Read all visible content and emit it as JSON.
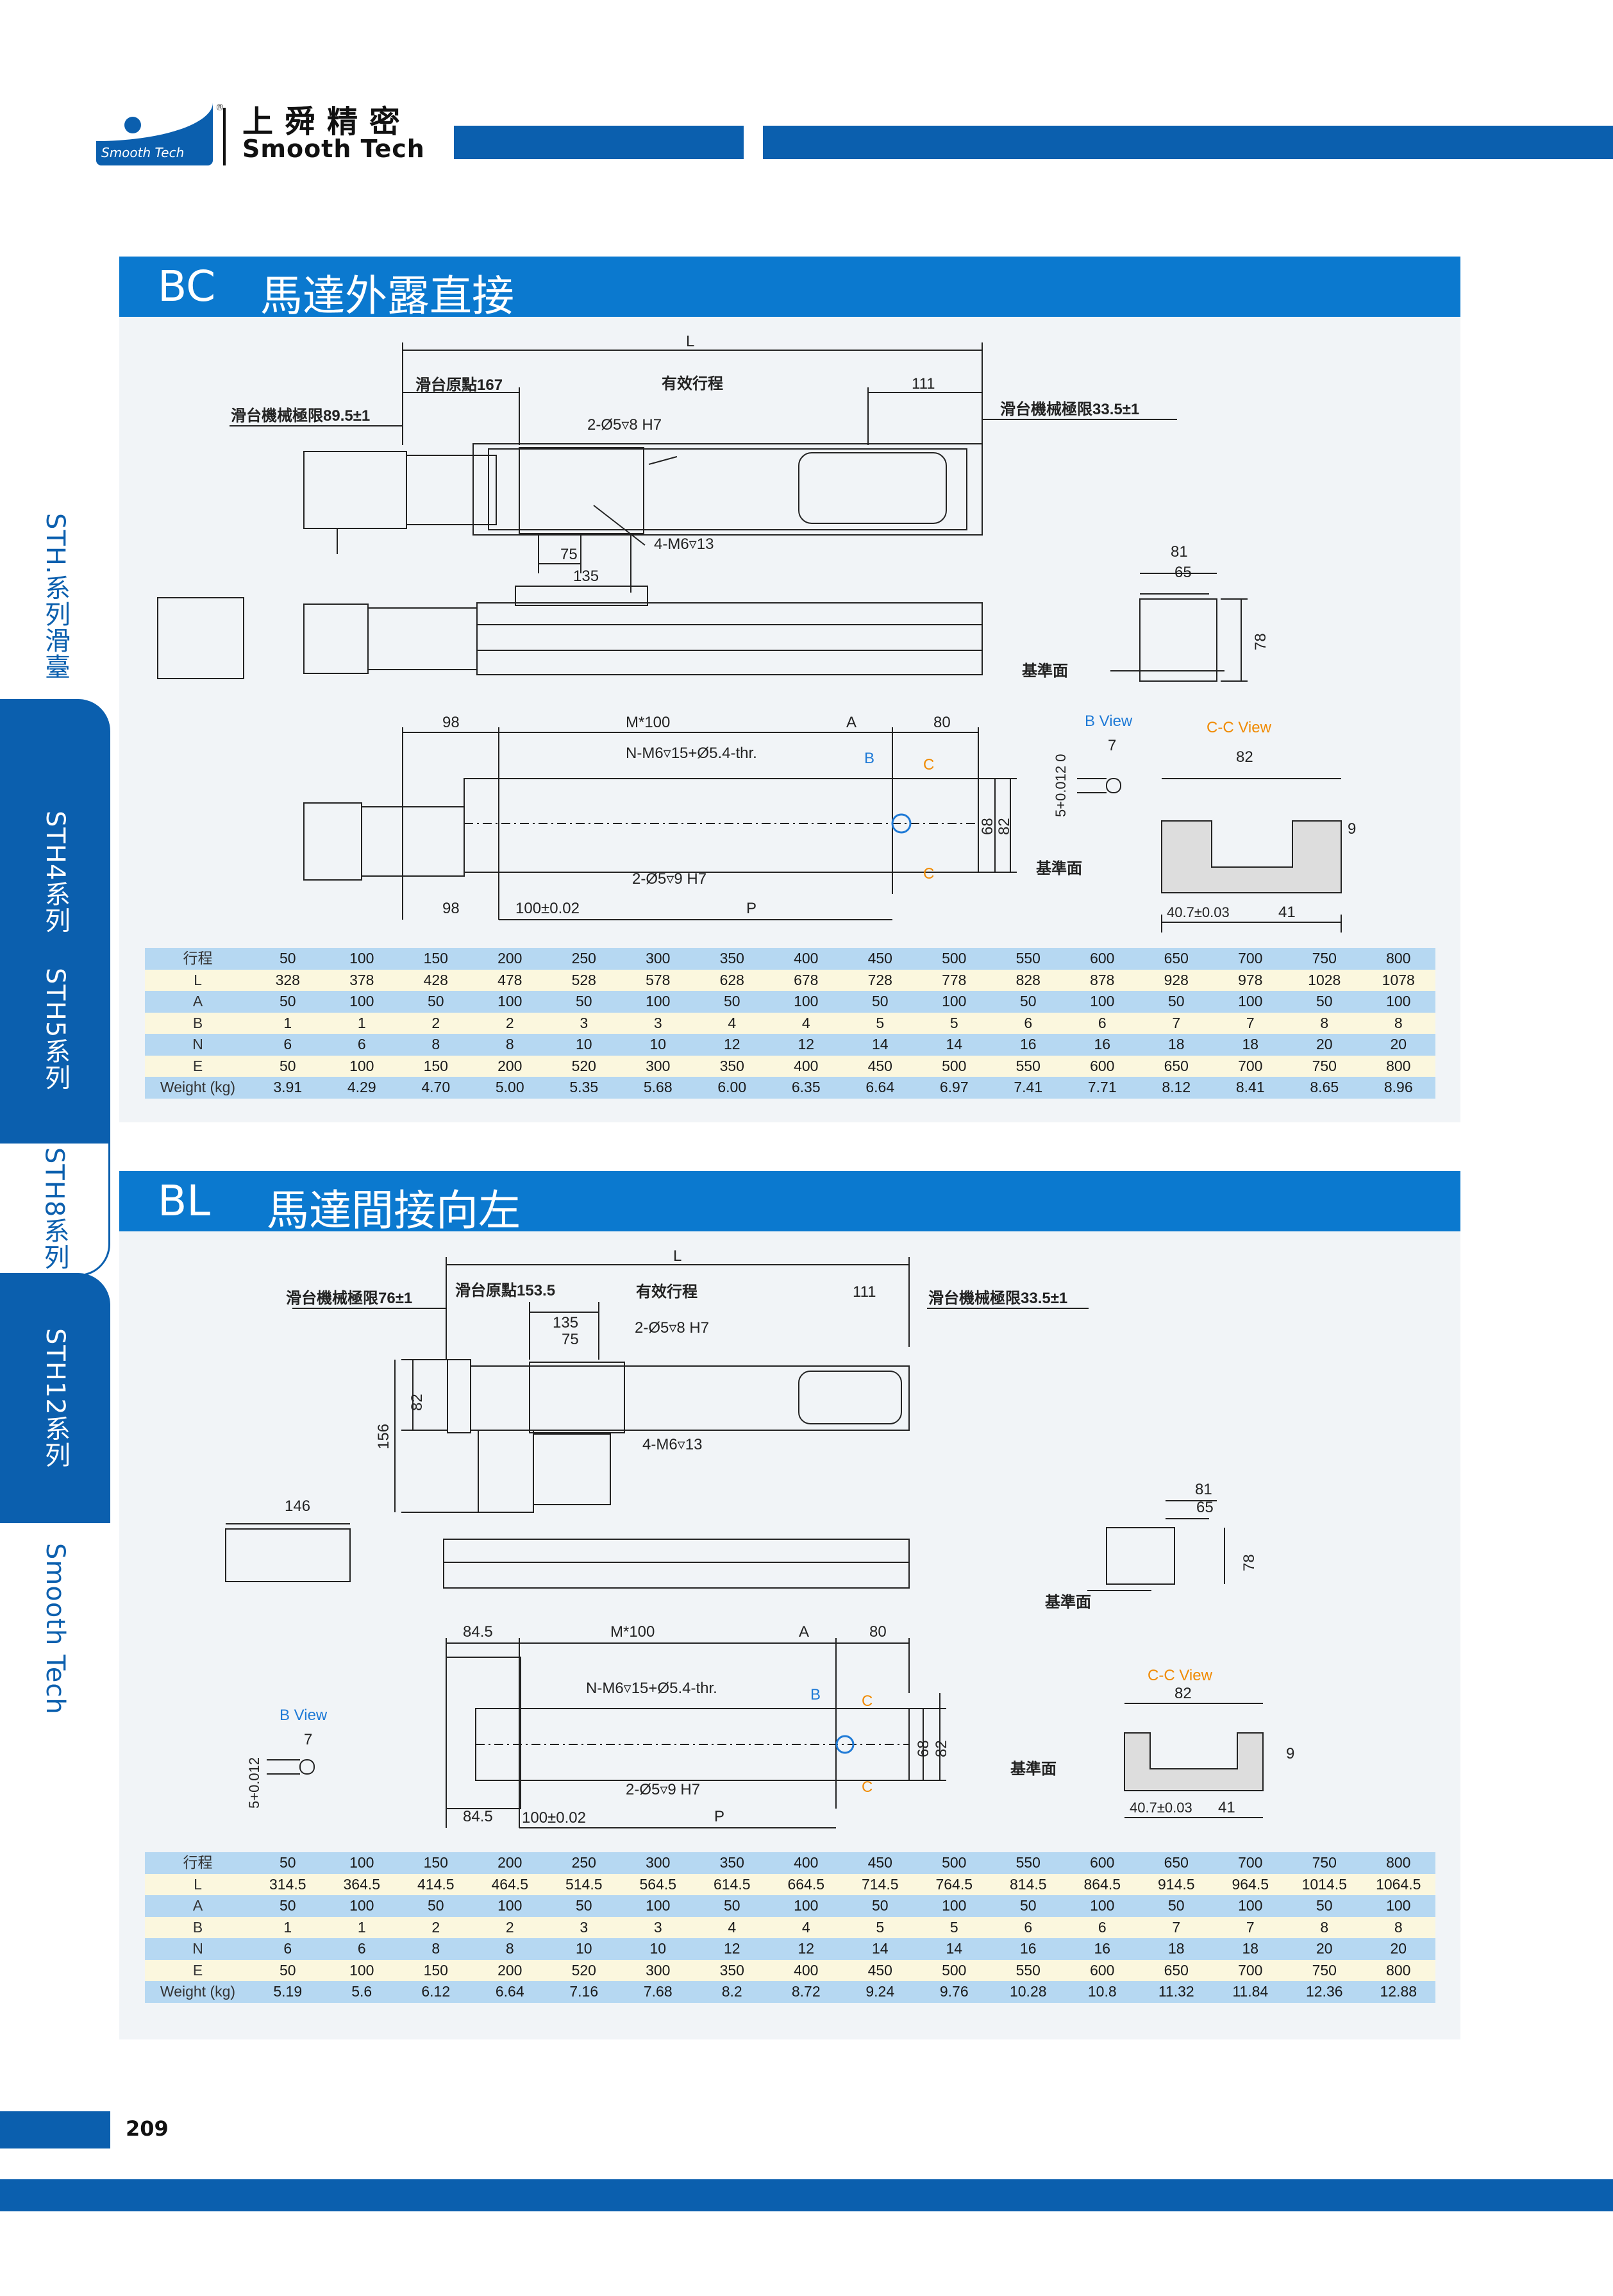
{
  "header": {
    "logo_text": "Smooth Tech",
    "logo_cn": "上舜精密",
    "logo_en": "Smooth Tech"
  },
  "side_tabs": [
    "STH.系列滑臺",
    "STH4系列",
    "STH5系列",
    "STH8系列",
    "STH12系列",
    "Smooth Tech"
  ],
  "section_bc": {
    "code": "BC",
    "title": "馬達外露直接",
    "labels": {
      "L": "L",
      "origin": "滑台原點167",
      "stroke": "有效行程",
      "d111": "111",
      "limit_left": "滑台機械極限89.5±1",
      "limit_right": "滑台機械極限33.5±1",
      "pin_hole": "2-Ø5▿8 H7",
      "d75": "75",
      "d135": "135",
      "tap": "4-M6▿13",
      "d81": "81",
      "d65": "65",
      "d78": "78",
      "ref_face": "基準面",
      "d98": "98",
      "m100": "M*100",
      "A": "A",
      "d80": "80",
      "nm6": "N-M6▿15+Ø5.4-thr.",
      "B": "B",
      "C": "C",
      "d68": "68",
      "d82": "82",
      "pin_hole2": "2-Ø5▿9 H7",
      "tol": "100±0.02",
      "P": "P",
      "b_view": "B View",
      "d7": "7",
      "tol5": "5+0.012\n  0",
      "cc_view": "C-C View",
      "d9": "9",
      "d407": "40.7±0.03",
      "d41": "41"
    }
  },
  "table_bc": {
    "rows": [
      {
        "label": "行程",
        "values": [
          "50",
          "100",
          "150",
          "200",
          "250",
          "300",
          "350",
          "400",
          "450",
          "500",
          "550",
          "600",
          "650",
          "700",
          "750",
          "800"
        ]
      },
      {
        "label": "L",
        "values": [
          "328",
          "378",
          "428",
          "478",
          "528",
          "578",
          "628",
          "678",
          "728",
          "778",
          "828",
          "878",
          "928",
          "978",
          "1028",
          "1078"
        ]
      },
      {
        "label": "A",
        "values": [
          "50",
          "100",
          "50",
          "100",
          "50",
          "100",
          "50",
          "100",
          "50",
          "100",
          "50",
          "100",
          "50",
          "100",
          "50",
          "100"
        ]
      },
      {
        "label": "B",
        "values": [
          "1",
          "1",
          "2",
          "2",
          "3",
          "3",
          "4",
          "4",
          "5",
          "5",
          "6",
          "6",
          "7",
          "7",
          "8",
          "8"
        ]
      },
      {
        "label": "N",
        "values": [
          "6",
          "6",
          "8",
          "8",
          "10",
          "10",
          "12",
          "12",
          "14",
          "14",
          "16",
          "16",
          "18",
          "18",
          "20",
          "20"
        ]
      },
      {
        "label": "E",
        "values": [
          "50",
          "100",
          "150",
          "200",
          "520",
          "300",
          "350",
          "400",
          "450",
          "500",
          "550",
          "600",
          "650",
          "700",
          "750",
          "800"
        ]
      },
      {
        "label": "Weight (kg)",
        "values": [
          "3.91",
          "4.29",
          "4.70",
          "5.00",
          "5.35",
          "5.68",
          "6.00",
          "6.35",
          "6.64",
          "6.97",
          "7.41",
          "7.71",
          "8.12",
          "8.41",
          "8.65",
          "8.96"
        ]
      }
    ]
  },
  "section_bl": {
    "code": "BL",
    "title": "馬達間接向左",
    "labels": {
      "L": "L",
      "origin": "滑台原點153.5",
      "stroke": "有效行程",
      "d111": "111",
      "limit_left": "滑台機械極限76±1",
      "limit_right": "滑台機械極限33.5±1",
      "d135": "135",
      "d75": "75",
      "pin_hole": "2-Ø5▿8 H7",
      "d82": "82",
      "d156": "156",
      "tap": "4-M6▿13",
      "d146": "146",
      "d81": "81",
      "d65": "65",
      "d78": "78",
      "ref_face": "基準面",
      "d845": "84.5",
      "m100": "M*100",
      "A": "A",
      "d80": "80",
      "nm6": "N-M6▿15+Ø5.4-thr.",
      "B": "B",
      "C": "C",
      "d68": "68",
      "pin_hole2": "2-Ø5▿9 H7",
      "tol": "100±0.02",
      "P": "P",
      "b_view": "B View",
      "d7": "7",
      "tol5": "5+0.012",
      "cc_view": "C-C View",
      "d9": "9",
      "d407": "40.7±0.03",
      "d41": "41"
    }
  },
  "table_bl": {
    "rows": [
      {
        "label": "行程",
        "values": [
          "50",
          "100",
          "150",
          "200",
          "250",
          "300",
          "350",
          "400",
          "450",
          "500",
          "550",
          "600",
          "650",
          "700",
          "750",
          "800"
        ]
      },
      {
        "label": "L",
        "values": [
          "314.5",
          "364.5",
          "414.5",
          "464.5",
          "514.5",
          "564.5",
          "614.5",
          "664.5",
          "714.5",
          "764.5",
          "814.5",
          "864.5",
          "914.5",
          "964.5",
          "1014.5",
          "1064.5"
        ]
      },
      {
        "label": "A",
        "values": [
          "50",
          "100",
          "50",
          "100",
          "50",
          "100",
          "50",
          "100",
          "50",
          "100",
          "50",
          "100",
          "50",
          "100",
          "50",
          "100"
        ]
      },
      {
        "label": "B",
        "values": [
          "1",
          "1",
          "2",
          "2",
          "3",
          "3",
          "4",
          "4",
          "5",
          "5",
          "6",
          "6",
          "7",
          "7",
          "8",
          "8"
        ]
      },
      {
        "label": "N",
        "values": [
          "6",
          "6",
          "8",
          "8",
          "10",
          "10",
          "12",
          "12",
          "14",
          "14",
          "16",
          "16",
          "18",
          "18",
          "20",
          "20"
        ]
      },
      {
        "label": "E",
        "values": [
          "50",
          "100",
          "150",
          "200",
          "520",
          "300",
          "350",
          "400",
          "450",
          "500",
          "550",
          "600",
          "650",
          "700",
          "750",
          "800"
        ]
      },
      {
        "label": "Weight (kg)",
        "values": [
          "5.19",
          "5.6",
          "6.12",
          "6.64",
          "7.16",
          "7.68",
          "8.2",
          "8.72",
          "9.24",
          "9.76",
          "10.28",
          "10.8",
          "11.32",
          "11.84",
          "12.36",
          "12.88"
        ]
      }
    ]
  },
  "footer": {
    "page_number": "209"
  },
  "colors": {
    "brand_blue": "#0b5fae",
    "section_blue": "#0b79cf",
    "accent_orange": "#f08a00",
    "view_blue": "#1f7ad6"
  }
}
